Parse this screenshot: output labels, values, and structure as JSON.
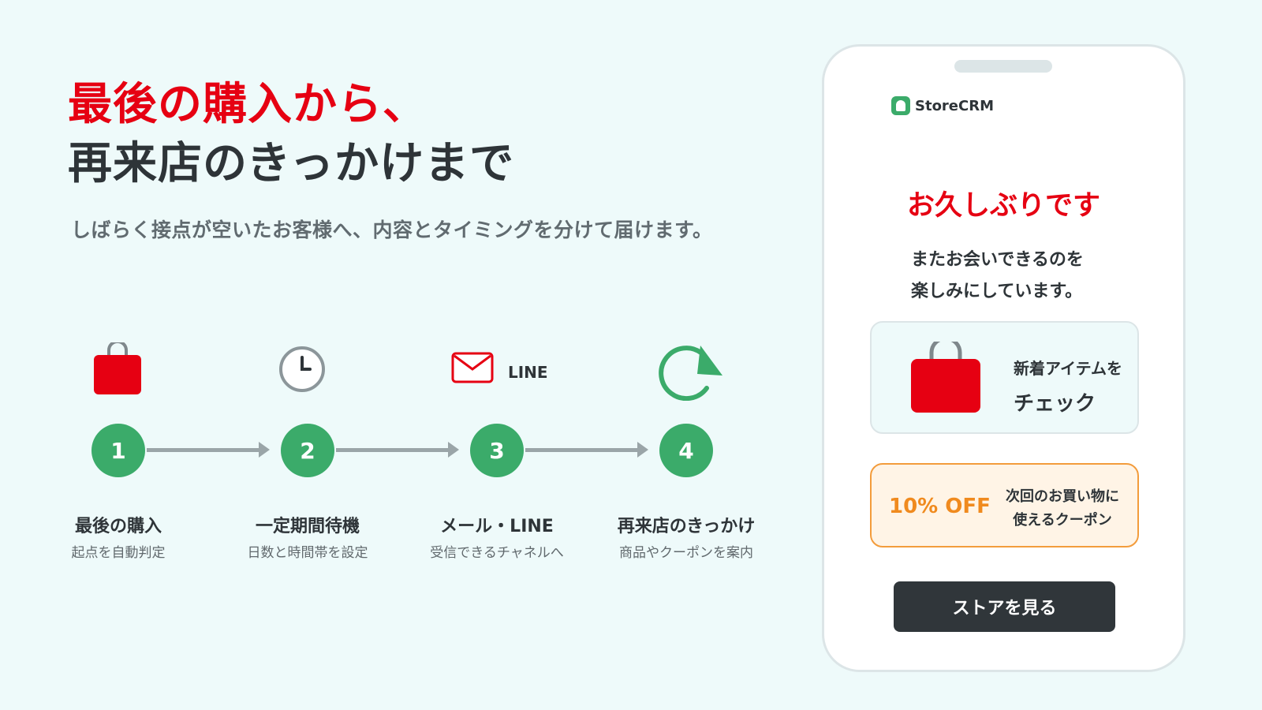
{
  "headline": {
    "line1": "最後の購入から、",
    "line2": "再来店のきっかけまで"
  },
  "subline": "しばらく接点が空いたお客様へ、内容とタイミングを分けて届けます。",
  "steps": [
    {
      "number": "1",
      "title": "最後の購入",
      "sub": "起点を自動判定",
      "icon": "shopping-bag-icon"
    },
    {
      "number": "2",
      "title": "一定期間待機",
      "sub": "日数と時間帯を設定",
      "icon": "clock-icon"
    },
    {
      "number": "3",
      "title": "メール・LINE",
      "sub": "受信できるチャネルへ",
      "icon": "mail-icon"
    },
    {
      "number": "4",
      "title": "再来店のきっかけ",
      "sub": "商品やクーポンを案内",
      "icon": "refresh-arrow-icon"
    }
  ],
  "channel_label": "LINE",
  "phone": {
    "brand": "StoreCRM",
    "title": "お久しぶりです",
    "message_line1": "またお会いできるのを",
    "message_line2": "楽しみにしています。",
    "new_items_line1": "新着アイテムを",
    "new_items_line2": "チェック",
    "coupon_value": "10% OFF",
    "coupon_line1": "次回のお買い物に",
    "coupon_line2": "使えるクーポン",
    "cta": "ストアを見る"
  },
  "colors": {
    "accent_red": "#e60012",
    "green": "#3bab6a",
    "orange": "#f08a1e",
    "dark": "#30363a"
  }
}
